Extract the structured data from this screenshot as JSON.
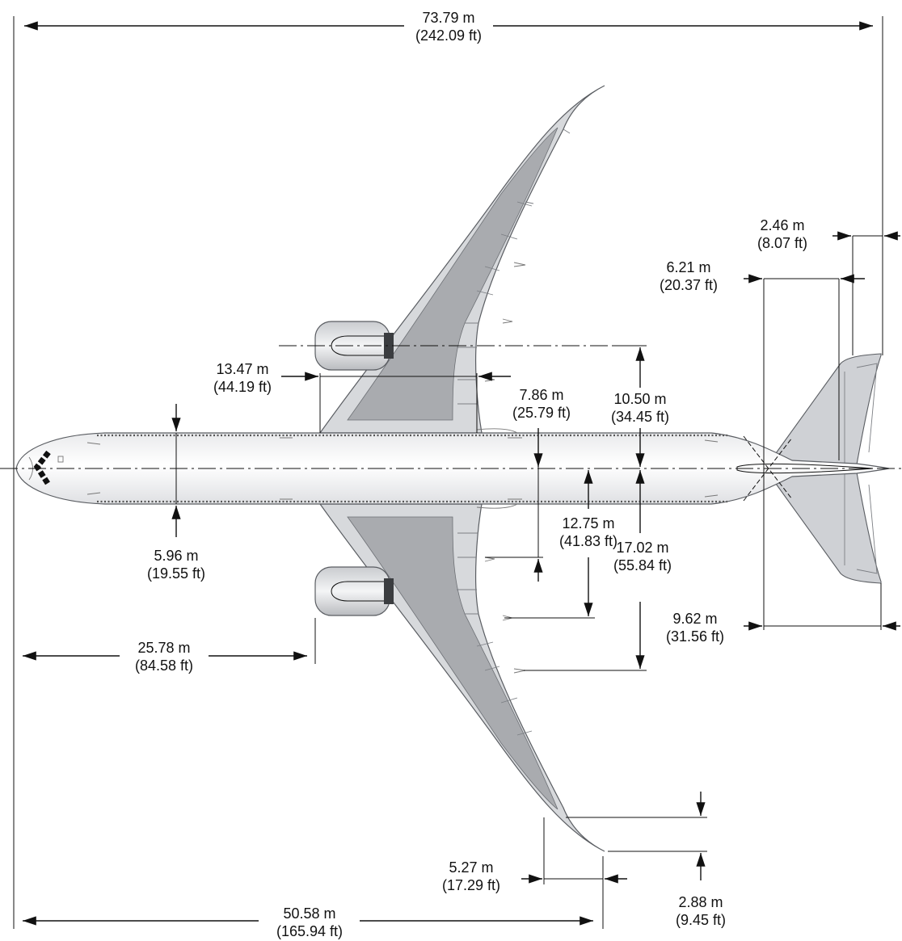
{
  "dimensions": {
    "overall_length": {
      "m": "73.79 m",
      "ft": "(242.09 ft)"
    },
    "wingspan": {
      "m": "50.58 m",
      "ft": "(165.94 ft)"
    },
    "fuselage_width": {
      "m": "5.96 m",
      "ft": "(19.55 ft)"
    },
    "nose_to_engine": {
      "m": "25.78 m",
      "ft": "(84.58 ft)"
    },
    "engine_to_wing": {
      "m": "13.47 m",
      "ft": "(44.19 ft)"
    },
    "wheel_track": {
      "m": "7.86 m",
      "ft": "(25.79 ft)"
    },
    "engine_spacing": {
      "m": "10.50 m",
      "ft": "(34.45 ft)"
    },
    "gear_to_centerline": {
      "m": "12.75 m",
      "ft": "(41.83 ft)"
    },
    "mid_span": {
      "m": "17.02 m",
      "ft": "(55.84 ft)"
    },
    "vertical_tail_span": {
      "m": "9.62 m",
      "ft": "(31.56 ft)"
    },
    "tail_chord": {
      "m": "6.21 m",
      "ft": "(20.37 ft)"
    },
    "tail_tip": {
      "m": "2.46 m",
      "ft": "(8.07 ft)"
    },
    "wingtip_offset": {
      "m": "5.27 m",
      "ft": "(17.29 ft)"
    },
    "wingtip_height": {
      "m": "2.88 m",
      "ft": "(9.45 ft)"
    }
  }
}
